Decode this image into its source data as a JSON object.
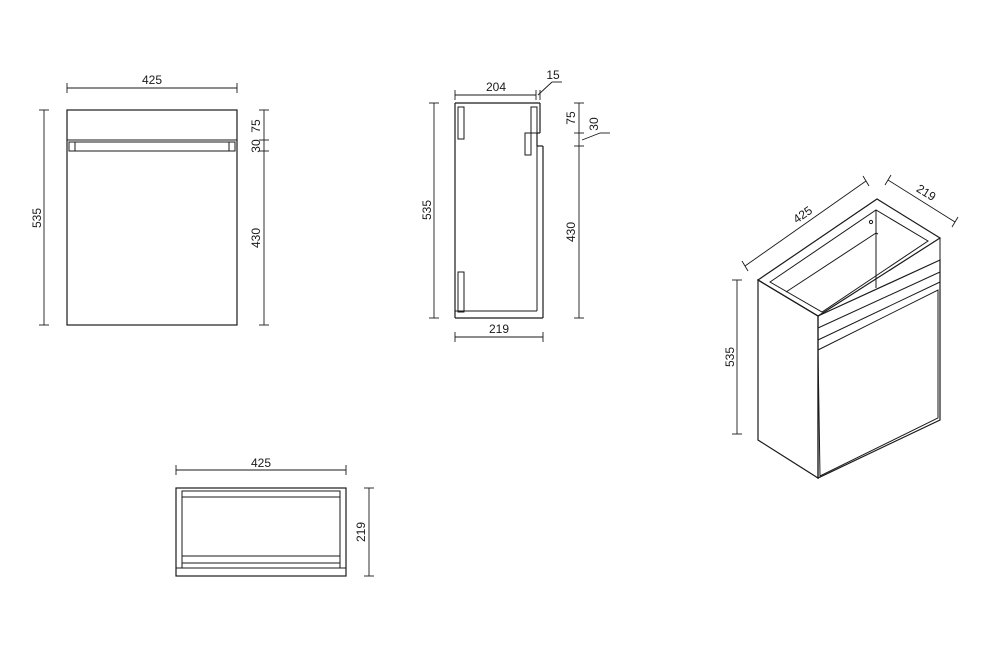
{
  "front": {
    "width": "425",
    "height": "535",
    "top": "75",
    "rail": "30",
    "door": "430"
  },
  "side": {
    "depth_top": "204",
    "edge": "15",
    "depth": "219",
    "height": "535",
    "top": "75",
    "rail": "30",
    "door": "430"
  },
  "plan": {
    "width": "425",
    "depth": "219"
  },
  "iso": {
    "width": "425",
    "depth": "219",
    "height": "535"
  },
  "colors": {
    "line": "#1a1a1a",
    "background": "#ffffff"
  }
}
